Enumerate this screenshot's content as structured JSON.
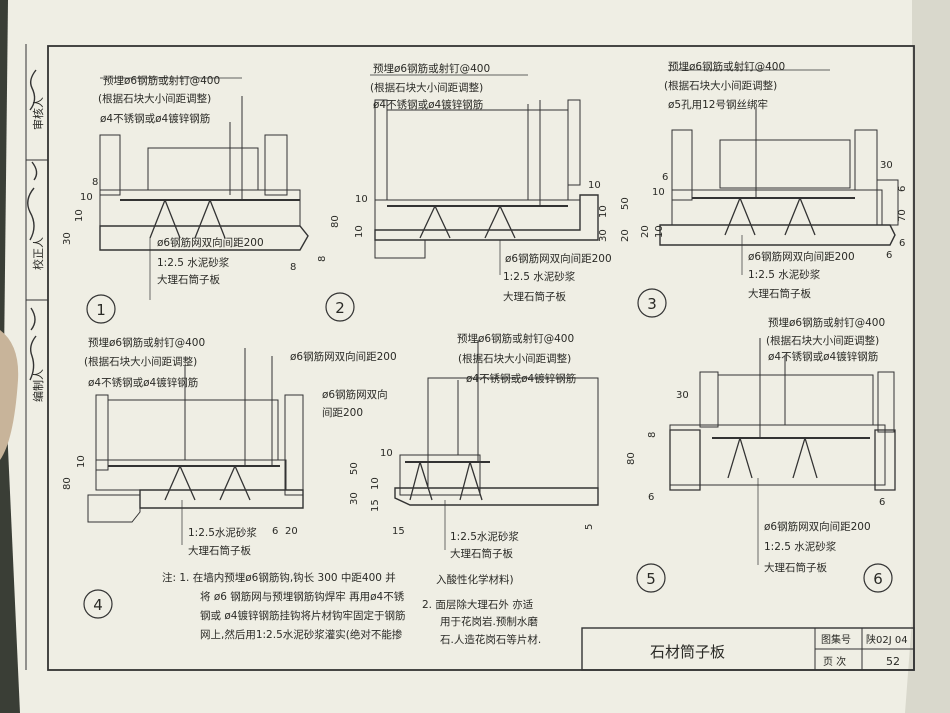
{
  "side": {
    "labels": [
      "编制人",
      "校正人",
      "审核人"
    ],
    "signatures": [
      "手写签名一",
      "手写签名二",
      "手写签名三"
    ]
  },
  "fig1": {
    "notes": [
      "预埋ø6钢筋或射钉@400",
      "(根据石块大小间距调整)",
      "ø4不锈钢或ø4镀锌钢筋"
    ],
    "dims": [
      "8",
      "10",
      "30",
      "10",
      "8"
    ],
    "legend": [
      "ø6钢筋网双向间距200",
      "1:2.5 水泥砂浆",
      "大理石筒子板"
    ],
    "num": "1"
  },
  "fig2": {
    "notes": [
      "预埋ø6钢筋或射钉@400",
      "(根据石块大小间距调整)",
      "ø4不锈钢或ø4镀锌钢筋"
    ],
    "dims": [
      "10",
      "80",
      "10",
      "8",
      "10",
      "50",
      "10",
      "30",
      "20"
    ],
    "legend": [
      "ø6钢筋网双向间距200",
      "1:2.5 水泥砂浆",
      "大理石筒子板"
    ],
    "num": "2"
  },
  "fig3": {
    "notes": [
      "预埋ø6钢筋或射钉@400",
      "(根据石块大小间距调整)",
      "ø5孔用12号钢丝绑牢"
    ],
    "dims": [
      "10",
      "6",
      "20",
      "10",
      "30",
      "6",
      "70",
      "6",
      "6"
    ],
    "legend": [
      "ø6钢筋网双向间距200",
      "1:2.5 水泥砂浆",
      "大理石筒子板"
    ],
    "num": "3"
  },
  "fig4": {
    "notes": [
      "预埋ø6钢筋或射钉@400",
      "(根据石块大小间距调整)",
      "ø4不锈钢或ø4镀锌钢筋",
      "ø6钢筋网双向间距200"
    ],
    "dims": [
      "80",
      "10",
      "6",
      "20"
    ],
    "legend": [
      "1:2.5水泥砂浆",
      "大理石筒子板"
    ],
    "num": "4"
  },
  "fig5": {
    "notes": [
      "预埋ø6钢筋或射钉@400",
      "(根据石块大小间距调整)",
      "ø4不锈钢或ø4镀锌钢筋",
      "ø6钢筋网双向",
      "间距200"
    ],
    "dims": [
      "10",
      "50",
      "10",
      "30",
      "15",
      "15",
      "5"
    ],
    "legend": [
      "1:2.5水泥砂浆",
      "大理石筒子板"
    ],
    "num": "5"
  },
  "fig6": {
    "notes": [
      "预埋ø6钢筋或射钉@400",
      "(根据石块大小间距调整)",
      "ø4不锈钢或ø4镀锌钢筋"
    ],
    "dims": [
      "30",
      "8",
      "80",
      "6",
      "6"
    ],
    "legend": [
      "ø6钢筋网双向间距200",
      "1:2.5 水泥砂浆",
      "大理石筒子板"
    ],
    "num": "6"
  },
  "notes_block": {
    "lines": [
      "注: 1. 在墙内预埋ø6钢筋钩,钩长 300 中距400 并",
      "将 ø6 钢筋网与预埋钢筋钩焊牢  再用ø4不锈",
      "钢或 ø4镀锌钢筋挂钩将片材钩牢固定于钢筋",
      "网上,然后用1:2.5水泥砂浆灌实(绝对不能掺"
    ],
    "lines2": [
      "入酸性化学材料)",
      "2. 面层除大理石外 亦适",
      "用于花岗岩.预制水磨",
      "石.人造花岗石等片材."
    ]
  },
  "title_block": {
    "title": "石材筒子板",
    "atlas_label": "图集号",
    "atlas_value": "陕02J 04",
    "page_label": "页 次",
    "page_value": "52"
  },
  "colors": {
    "paper": "#efeee4",
    "ink": "#2a2a26",
    "background": "#3a3e36"
  }
}
